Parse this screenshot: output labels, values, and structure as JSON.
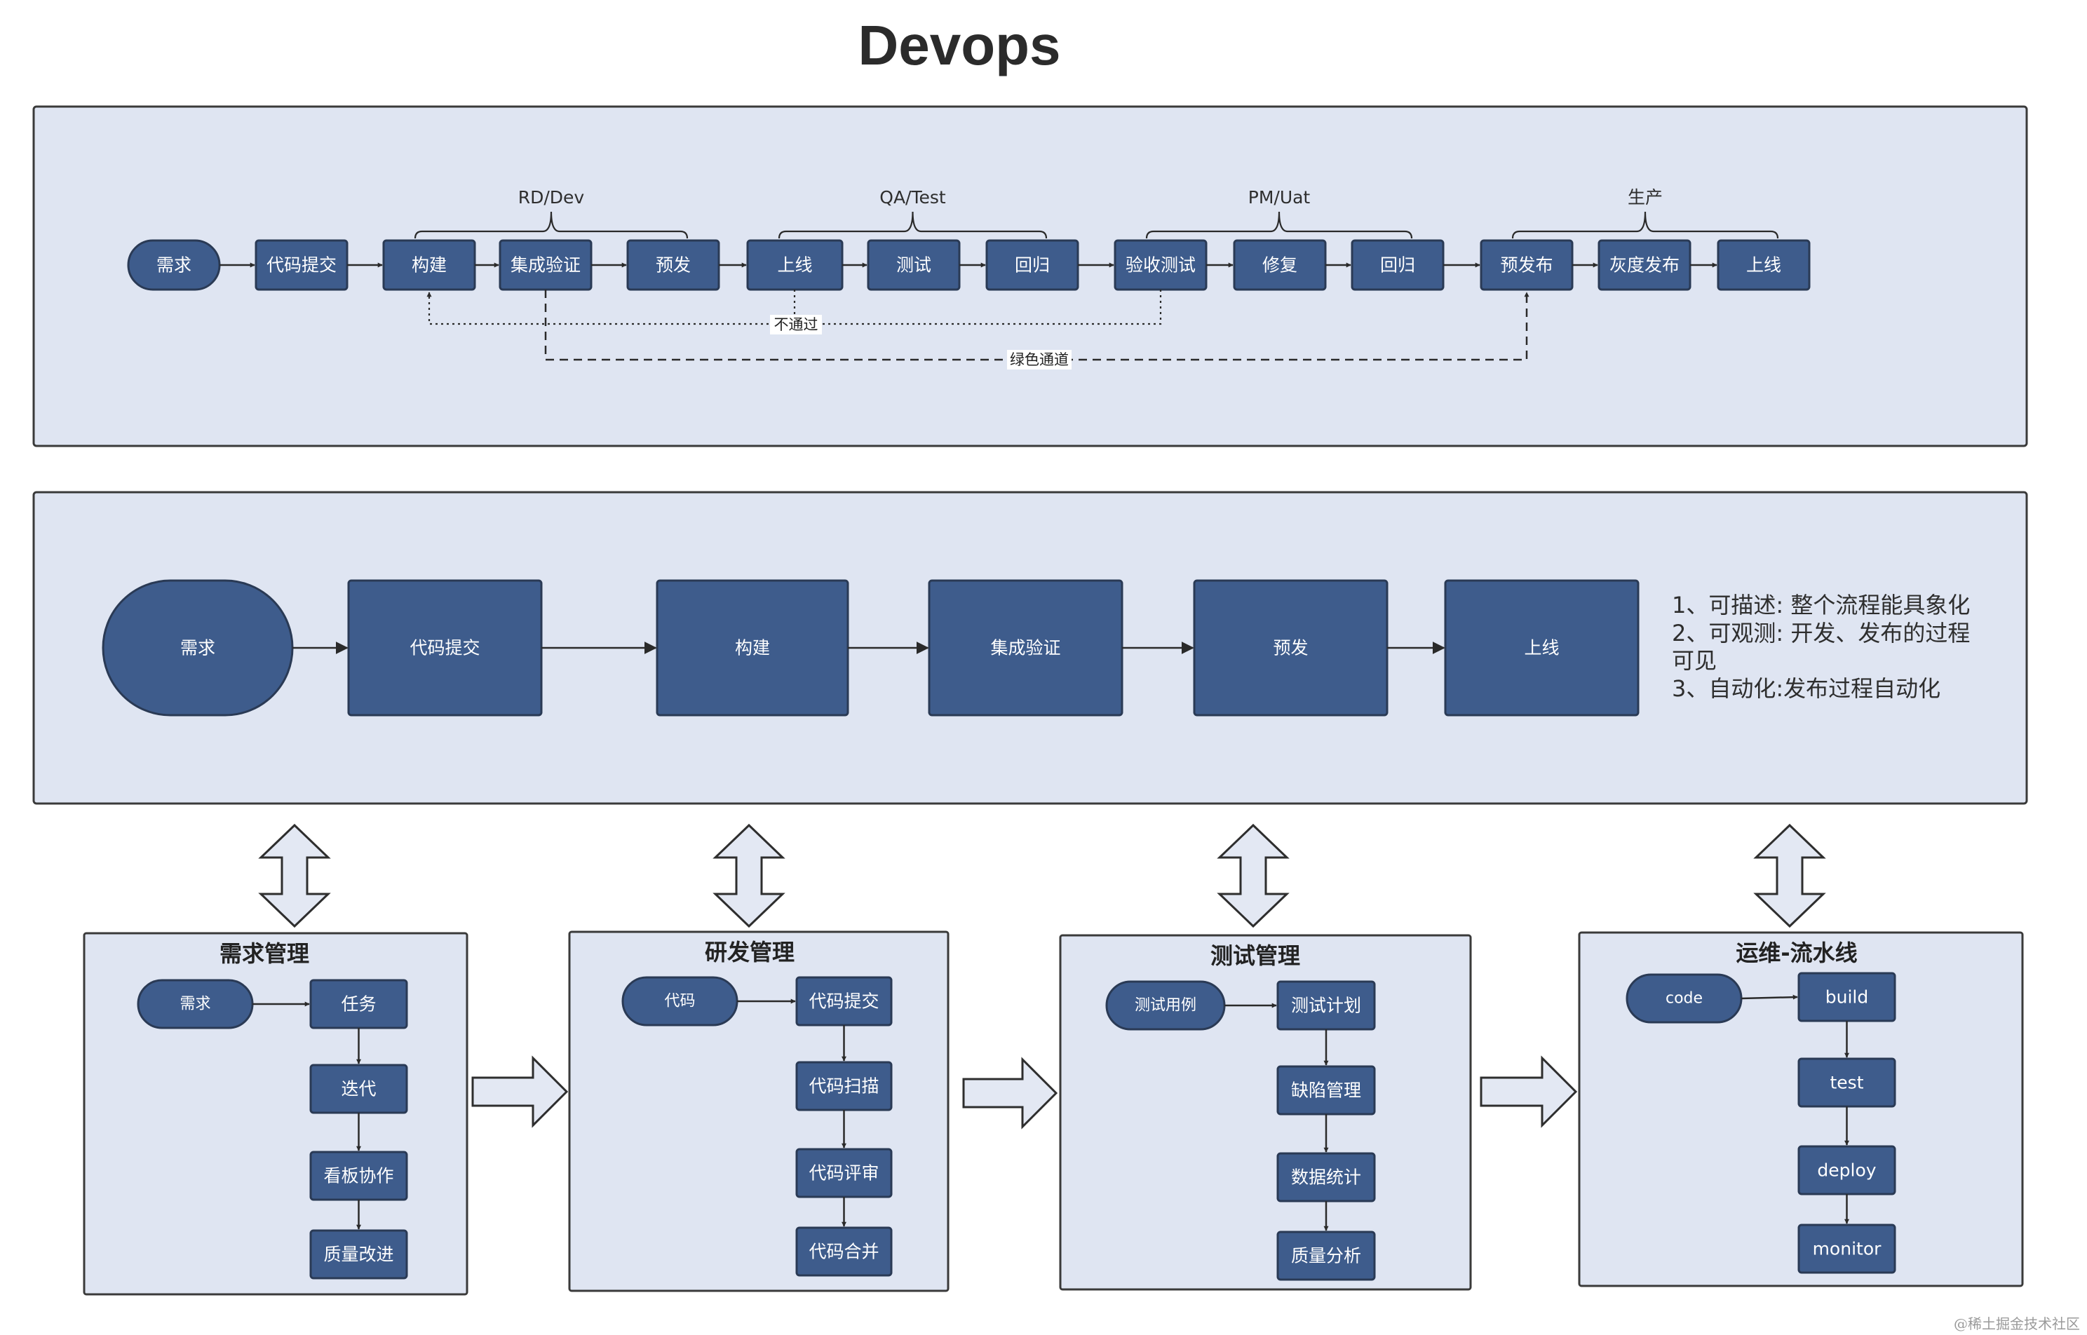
{
  "title": "Devops",
  "colors": {
    "node_fill": "#3e5c8c",
    "node_stroke": "#2a3a55",
    "panel_fill": "#dfe5f2",
    "panel_stroke": "#3a3a3a",
    "edge": "#2a2a2a",
    "hollow_arrow_fill": "#e3e8f3"
  },
  "top_flow": {
    "groups": [
      {
        "id": "g-rd",
        "label": "RD/Dev"
      },
      {
        "id": "g-qa",
        "label": "QA/Test"
      },
      {
        "id": "g-pm",
        "label": "PM/Uat"
      },
      {
        "id": "g-prod",
        "label": "生产"
      }
    ],
    "nodes": [
      {
        "id": "t1",
        "label": "需求",
        "shape": "terminator"
      },
      {
        "id": "t2",
        "label": "代码提交"
      },
      {
        "id": "t3",
        "label": "构建"
      },
      {
        "id": "t4",
        "label": "集成验证"
      },
      {
        "id": "t5",
        "label": "预发"
      },
      {
        "id": "t6",
        "label": "上线"
      },
      {
        "id": "t7",
        "label": "测试"
      },
      {
        "id": "t8",
        "label": "回归"
      },
      {
        "id": "t9",
        "label": "验收测试"
      },
      {
        "id": "t10",
        "label": "修复"
      },
      {
        "id": "t11",
        "label": "回归"
      },
      {
        "id": "t12",
        "label": "预发布"
      },
      {
        "id": "t13",
        "label": "灰度发布"
      },
      {
        "id": "t14",
        "label": "上线"
      }
    ],
    "edges": [
      {
        "from": "t1",
        "to": "t2"
      },
      {
        "from": "t2",
        "to": "t3"
      },
      {
        "from": "t3",
        "to": "t4"
      },
      {
        "from": "t4",
        "to": "t5"
      },
      {
        "from": "t5",
        "to": "t6"
      },
      {
        "from": "t6",
        "to": "t7"
      },
      {
        "from": "t7",
        "to": "t8"
      },
      {
        "from": "t8",
        "to": "t9"
      },
      {
        "from": "t9",
        "to": "t10"
      },
      {
        "from": "t10",
        "to": "t11"
      },
      {
        "from": "t11",
        "to": "t12"
      },
      {
        "from": "t12",
        "to": "t13"
      },
      {
        "from": "t13",
        "to": "t14"
      },
      {
        "from": "t9",
        "to": "t3",
        "style": "dotted",
        "label": "不通过"
      },
      {
        "from": "t4",
        "to": "t12",
        "style": "dashed",
        "label": "绿色通道"
      }
    ]
  },
  "middle_flow": {
    "nodes": [
      {
        "id": "m1",
        "label": "需求",
        "shape": "terminator"
      },
      {
        "id": "m2",
        "label": "代码提交"
      },
      {
        "id": "m3",
        "label": "构建"
      },
      {
        "id": "m4",
        "label": "集成验证"
      },
      {
        "id": "m5",
        "label": "预发"
      },
      {
        "id": "m6",
        "label": "上线"
      }
    ],
    "edges": [
      {
        "from": "m1",
        "to": "m2"
      },
      {
        "from": "m2",
        "to": "m3"
      },
      {
        "from": "m3",
        "to": "m4"
      },
      {
        "from": "m4",
        "to": "m5"
      },
      {
        "from": "m5",
        "to": "m6"
      }
    ],
    "notes": [
      "1、可描述: 整个流程能具象化",
      "2、可观测: 开发、发布的过程",
      "可见",
      "3、自动化:发布过程自动化"
    ]
  },
  "panels": [
    {
      "id": "p1",
      "title": "需求管理",
      "start": "需求",
      "steps": [
        "任务",
        "迭代",
        "看板协作",
        "质量改进"
      ]
    },
    {
      "id": "p2",
      "title": "研发管理",
      "start": "代码",
      "steps": [
        "代码提交",
        "代码扫描",
        "代码评审",
        "代码合并"
      ]
    },
    {
      "id": "p3",
      "title": "测试管理",
      "start": "测试用例",
      "steps": [
        "测试计划",
        "缺陷管理",
        "数据统计",
        "质量分析"
      ]
    },
    {
      "id": "p4",
      "title": "运维-流水线",
      "start": "code",
      "steps": [
        "build",
        "test",
        "deploy",
        "monitor"
      ]
    }
  ],
  "watermark": "@稀土掘金技术社区"
}
